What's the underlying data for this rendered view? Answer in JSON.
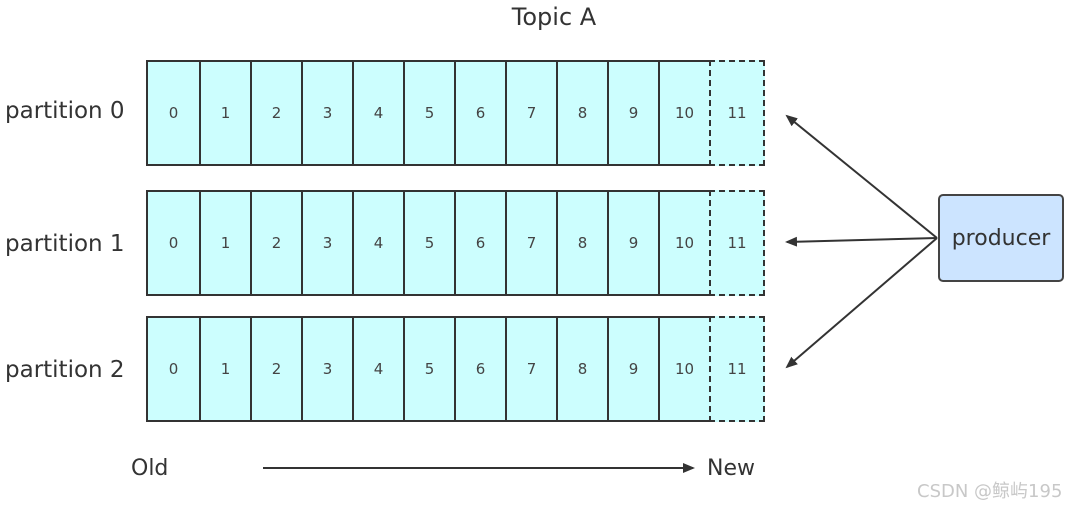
{
  "title": "Topic A",
  "partitions": [
    {
      "label": "partition 0",
      "offsets": [
        "0",
        "1",
        "2",
        "3",
        "4",
        "5",
        "6",
        "7",
        "8",
        "9",
        "10",
        "11"
      ]
    },
    {
      "label": "partition 1",
      "offsets": [
        "0",
        "1",
        "2",
        "3",
        "4",
        "5",
        "6",
        "7",
        "8",
        "9",
        "10",
        "11"
      ]
    },
    {
      "label": "partition 2",
      "offsets": [
        "0",
        "1",
        "2",
        "3",
        "4",
        "5",
        "6",
        "7",
        "8",
        "9",
        "10",
        "11"
      ]
    }
  ],
  "producer_label": "producer",
  "timeline": {
    "old_label": "Old",
    "new_label": "New"
  },
  "watermark": "CSDN @鲸屿195",
  "colors": {
    "cell_fill": "#ccfefe",
    "producer_fill": "#cce4ff",
    "stroke": "#333333"
  }
}
